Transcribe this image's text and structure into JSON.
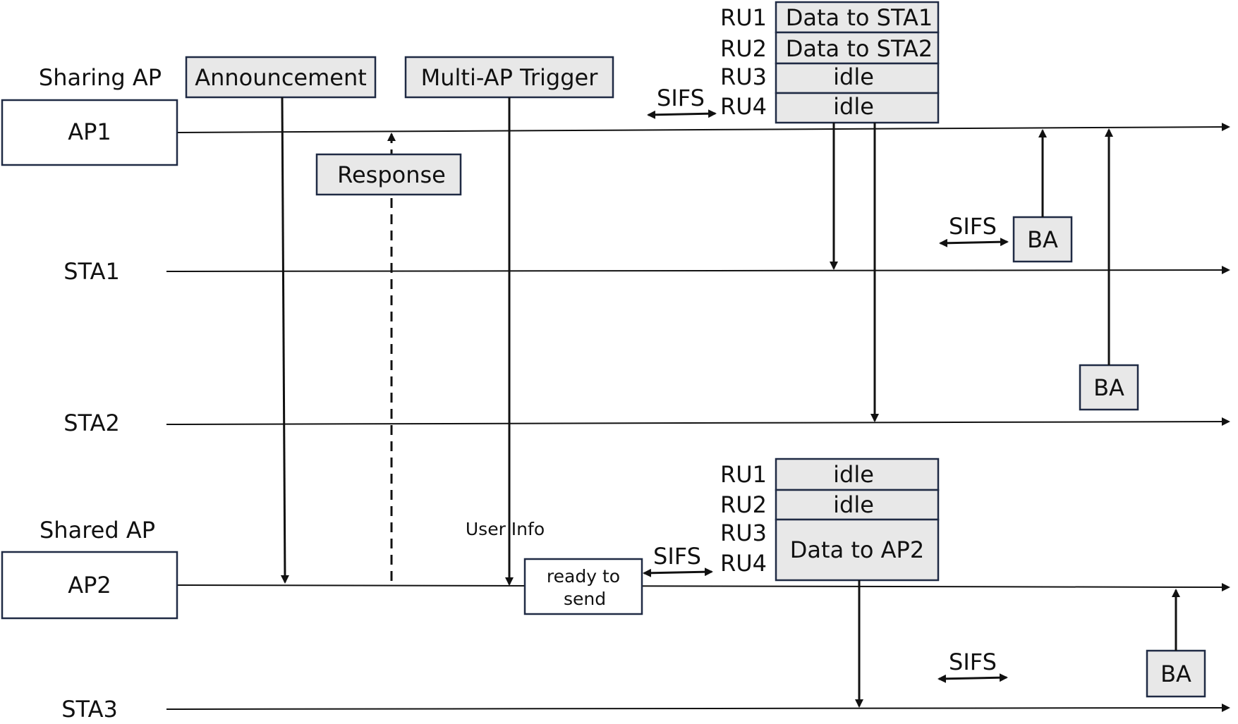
{
  "labels": {
    "sharing_ap": "Sharing AP",
    "shared_ap": "Shared AP",
    "ap1": "AP1",
    "ap2": "AP2",
    "sta1": "STA1",
    "sta2": "STA2",
    "sta3": "STA3"
  },
  "frames": {
    "announcement": "Announcement",
    "multi_ap_trigger": "Multi-AP Trigger",
    "response": "Response",
    "user_info": "User Info",
    "ready_to_send_line1": "ready to",
    "ready_to_send_line2": "send",
    "ba": "BA",
    "sifs": "SIFS"
  },
  "ap1_rus": [
    {
      "ru": "RU1",
      "content": "Data to STA1"
    },
    {
      "ru": "RU2",
      "content": "Data to STA2"
    },
    {
      "ru": "RU3",
      "content": "idle"
    },
    {
      "ru": "RU4",
      "content": "idle"
    }
  ],
  "ap2_rus": [
    {
      "ru": "RU1",
      "content": "idle"
    },
    {
      "ru": "RU2",
      "content": "idle"
    },
    {
      "ru": "RU3",
      "content": ""
    },
    {
      "ru": "RU4",
      "content": ""
    }
  ],
  "ap2_data": "Data to AP2",
  "colors": {
    "frame_fill": "#e8e8e8",
    "frame_stroke": "#1f2a44",
    "line": "#111111"
  }
}
